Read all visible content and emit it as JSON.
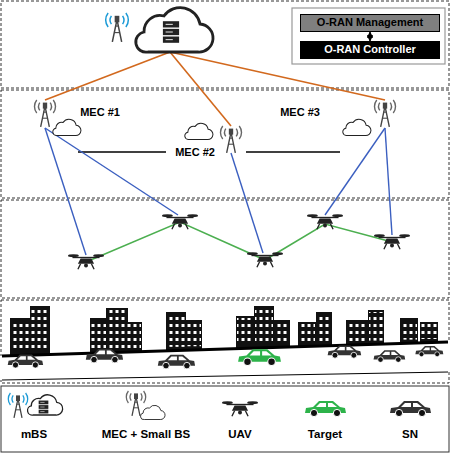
{
  "diagram": {
    "nodes": [
      {
        "text": [
          "O-RAN Management"
        ]
      },
      {
        "text": [
          "O-RAN Controller"
        ]
      }
    ],
    "edges": [
      {
        "from": 0,
        "to": 1,
        "arrow": "both"
      }
    ],
    "labels": [
      "MEC #1",
      "MEC #2",
      "MEC #3"
    ],
    "legend": [
      {
        "text": "mBS"
      },
      {
        "text": "MEC + Small BS"
      },
      {
        "text": "UAV"
      },
      {
        "text": "Target"
      },
      {
        "text": "SN"
      }
    ]
  }
}
